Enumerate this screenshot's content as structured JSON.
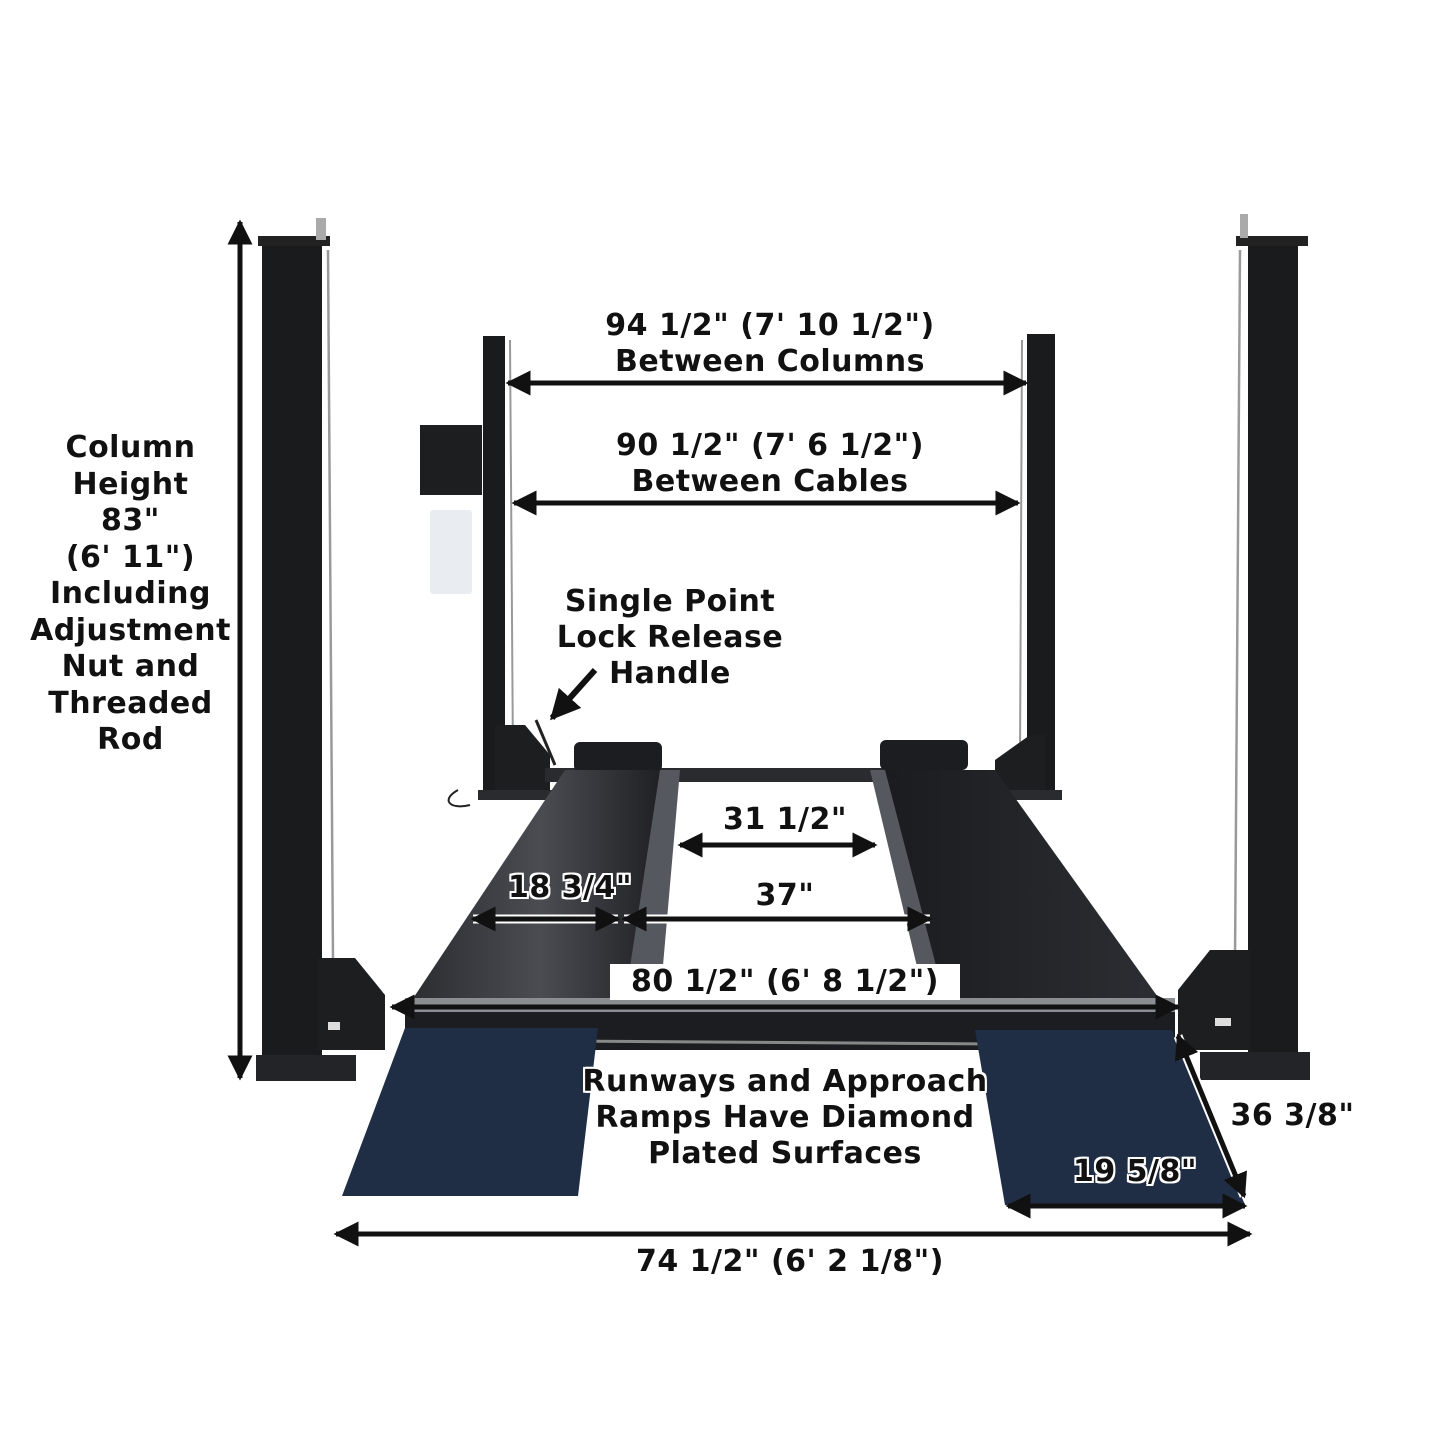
{
  "diagram": {
    "subject": "Four-post vehicle lift with dimension annotations",
    "colors": {
      "background": "#ffffff",
      "steel": "#1a1b1d",
      "steel_highlight": "#3a3c40",
      "runway": "#222427",
      "ramp": "#1f2d45",
      "dimension_line": "#111111",
      "reservoir": "#e9ecf0"
    },
    "annotations": {
      "column_height": {
        "lines": [
          "Column",
          "Height",
          "83\"",
          "(6' 11\")",
          "Including",
          "Adjustment",
          "Nut and",
          "Threaded",
          "Rod"
        ]
      },
      "between_columns": {
        "value": "94 1/2\" (7' 10 1/2\")",
        "caption": "Between Columns"
      },
      "between_cables": {
        "value": "90 1/2\" (7' 6 1/2\")",
        "caption": "Between Cables"
      },
      "lock_release": {
        "lines": [
          "Single Point",
          "Lock Release",
          "Handle"
        ]
      },
      "inner_gap": {
        "value": "31 1/2\""
      },
      "runway_width": {
        "value": "18 3/4\""
      },
      "outer_gap": {
        "value": "37\""
      },
      "runway_length": {
        "value": "80 1/2\" (6' 8 1/2\")"
      },
      "surfaces_note": {
        "lines": [
          "Runways and Approach",
          "Ramps Have Diamond",
          "Plated Surfaces"
        ]
      },
      "ramp_length": {
        "value": "36 3/8\""
      },
      "ramp_width": {
        "value": "19 5/8\""
      },
      "overall_width": {
        "value": "74 1/2\" (6' 2 1/8\")"
      }
    }
  }
}
